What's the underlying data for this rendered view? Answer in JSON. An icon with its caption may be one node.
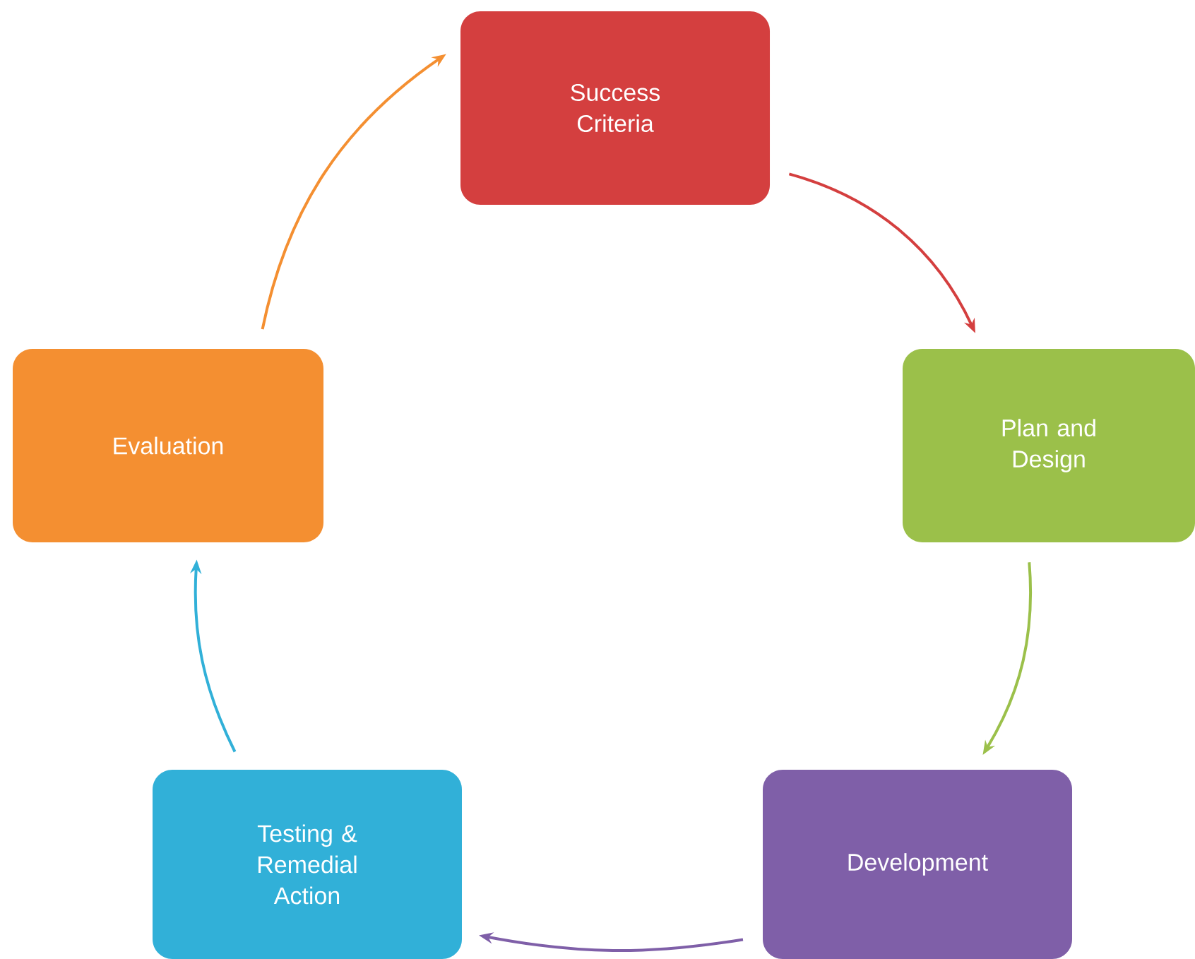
{
  "diagram": {
    "nodes": [
      {
        "text": [
          "Success Criteria"
        ]
      },
      {
        "text": [
          "Plan and Design"
        ]
      },
      {
        "text": [
          "Development"
        ]
      },
      {
        "text": [
          "Testing & Remedial Action"
        ]
      },
      {
        "text": [
          "Evaluation"
        ]
      }
    ],
    "edges": [
      {
        "from": 0,
        "to": 1,
        "arrow": "to",
        "color": "#d43f3f"
      },
      {
        "from": 1,
        "to": 2,
        "arrow": "to",
        "color": "#9bc04a"
      },
      {
        "from": 2,
        "to": 3,
        "arrow": "to",
        "color": "#7f5fa8"
      },
      {
        "from": 3,
        "to": 4,
        "arrow": "to",
        "color": "#31b0d8"
      },
      {
        "from": 4,
        "to": 0,
        "arrow": "to",
        "color": "#f48f31"
      }
    ]
  }
}
